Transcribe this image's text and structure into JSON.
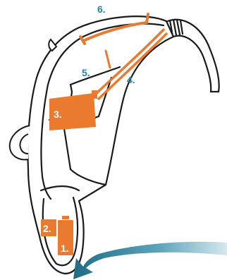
{
  "labels": {
    "one": "1.",
    "two": "2.",
    "three": "3.",
    "four": "4.",
    "five": "5.",
    "six": "6."
  },
  "colors": {
    "accent_orange": "#ea7a2d",
    "label_teal": "#1f86a8",
    "arrow_dark": "#1f6d85",
    "arrow_light": "#c5dde5",
    "outline": "#1a1a1a"
  }
}
